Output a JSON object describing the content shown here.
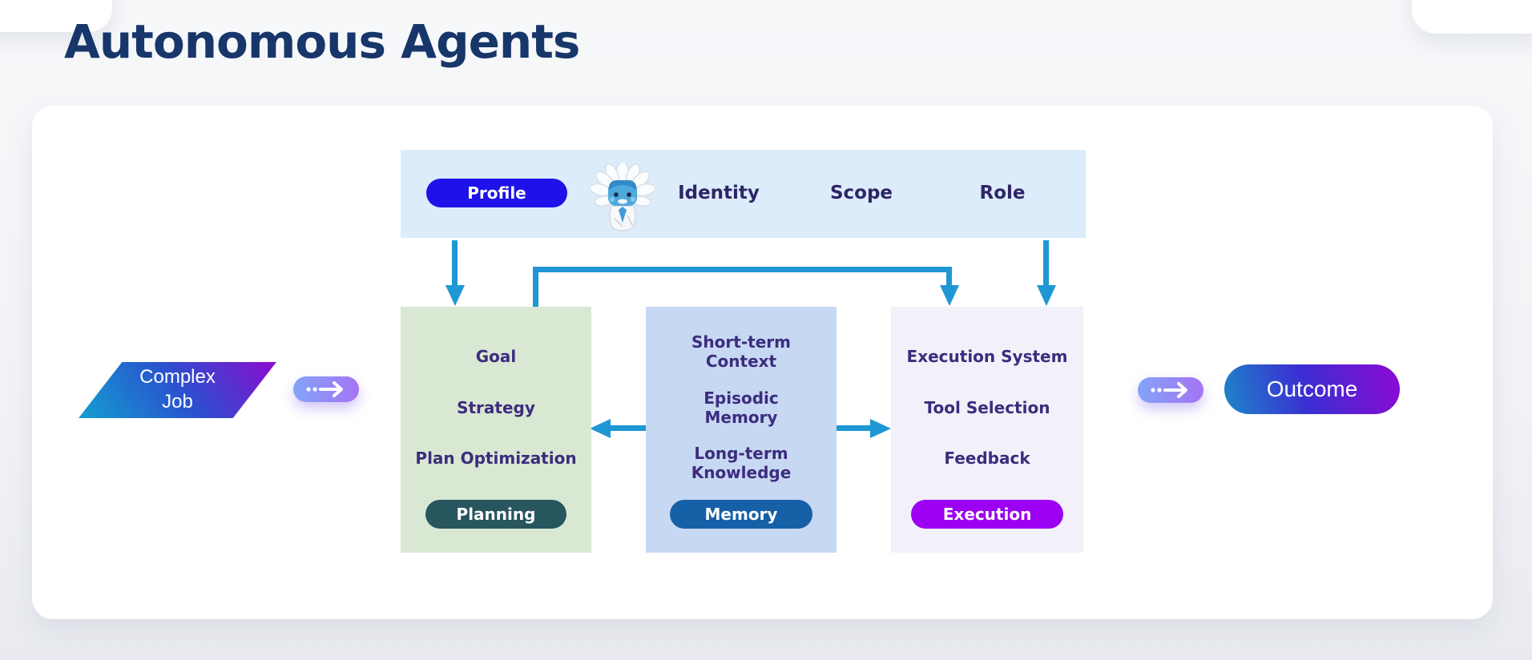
{
  "title": "Autonomous Agents",
  "profile_bar": {
    "pill_label": "Profile",
    "mascot_icon": "einstein-robot-mascot",
    "labels": [
      "Identity",
      "Scope",
      "Role"
    ]
  },
  "input_node": {
    "line1": "Complex",
    "line2": "Job"
  },
  "output_node": {
    "label": "Outcome"
  },
  "planning_box": {
    "items": [
      "Goal",
      "Strategy",
      "Plan Optimization"
    ],
    "pill_label": "Planning"
  },
  "memory_box": {
    "items": [
      "Short-term Context",
      "Episodic Memory",
      "Long-term Knowledge"
    ],
    "pill_label": "Memory"
  },
  "execution_box": {
    "items": [
      "Execution System",
      "Tool Selection",
      "Feedback"
    ],
    "pill_label": "Execution"
  },
  "icons": {
    "flow_arrow": "dashed-arrow-right"
  },
  "colors": {
    "title_text": "#17366a",
    "diagram_text": "#3c2c7e",
    "arrow": "#1f97d4",
    "profile_bar_bg": "#dcecfa",
    "profile_pill_bg": "#1e12e8",
    "planning_box_bg": "#d9e8d3",
    "planning_pill_bg": "#28565f",
    "memory_box_bg": "#c7d8f3",
    "memory_pill_bg": "#1660a8",
    "execution_box_bg": "#f2f0f9",
    "execution_pill_bg": "#9b00f2",
    "gradient_blue": "#1599cf",
    "gradient_purple": "#8411cf",
    "card_bg": "#ffffff"
  }
}
